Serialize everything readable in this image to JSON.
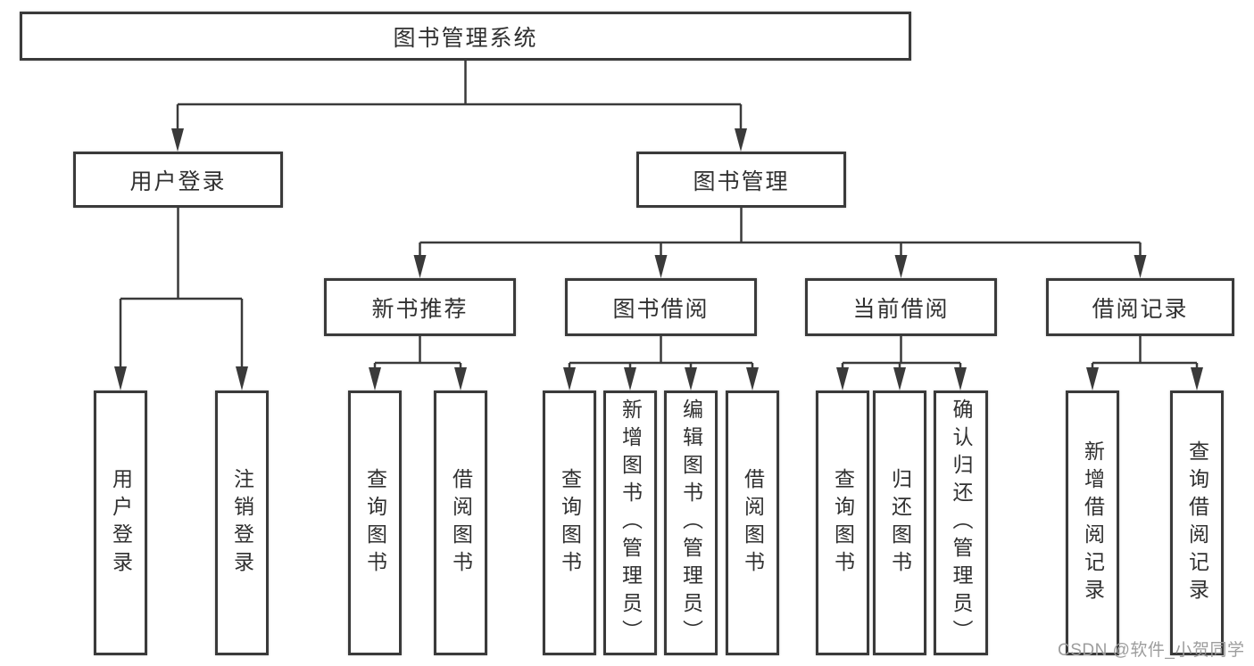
{
  "tree": {
    "root": {
      "label": "图书管理系统",
      "children": [
        {
          "label": "用户登录",
          "children": [
            {
              "label": "用户登录"
            },
            {
              "label": "注销登录"
            }
          ]
        },
        {
          "label": "图书管理",
          "children": [
            {
              "label": "新书推荐",
              "children": [
                {
                  "label": "查询图书"
                },
                {
                  "label": "借阅图书"
                }
              ]
            },
            {
              "label": "图书借阅",
              "children": [
                {
                  "label": "查询图书"
                },
                {
                  "label": "新增图书（管理员）"
                },
                {
                  "label": "编辑图书（管理员）"
                },
                {
                  "label": "借阅图书"
                }
              ]
            },
            {
              "label": "当前借阅",
              "children": [
                {
                  "label": "查询图书"
                },
                {
                  "label": "归还图书"
                },
                {
                  "label": "确认归还（管理员）"
                }
              ]
            },
            {
              "label": "借阅记录",
              "children": [
                {
                  "label": "新增借阅记录"
                },
                {
                  "label": "查询借阅记录"
                }
              ]
            }
          ]
        }
      ]
    }
  },
  "watermark": {
    "text": "CSDN @软件_小贺同学"
  },
  "colors": {
    "line": "#3a3a3a",
    "box_border": "#3a3a3a",
    "text": "#303030",
    "watermark": "#9d9d9d",
    "background": "#ffffff"
  }
}
